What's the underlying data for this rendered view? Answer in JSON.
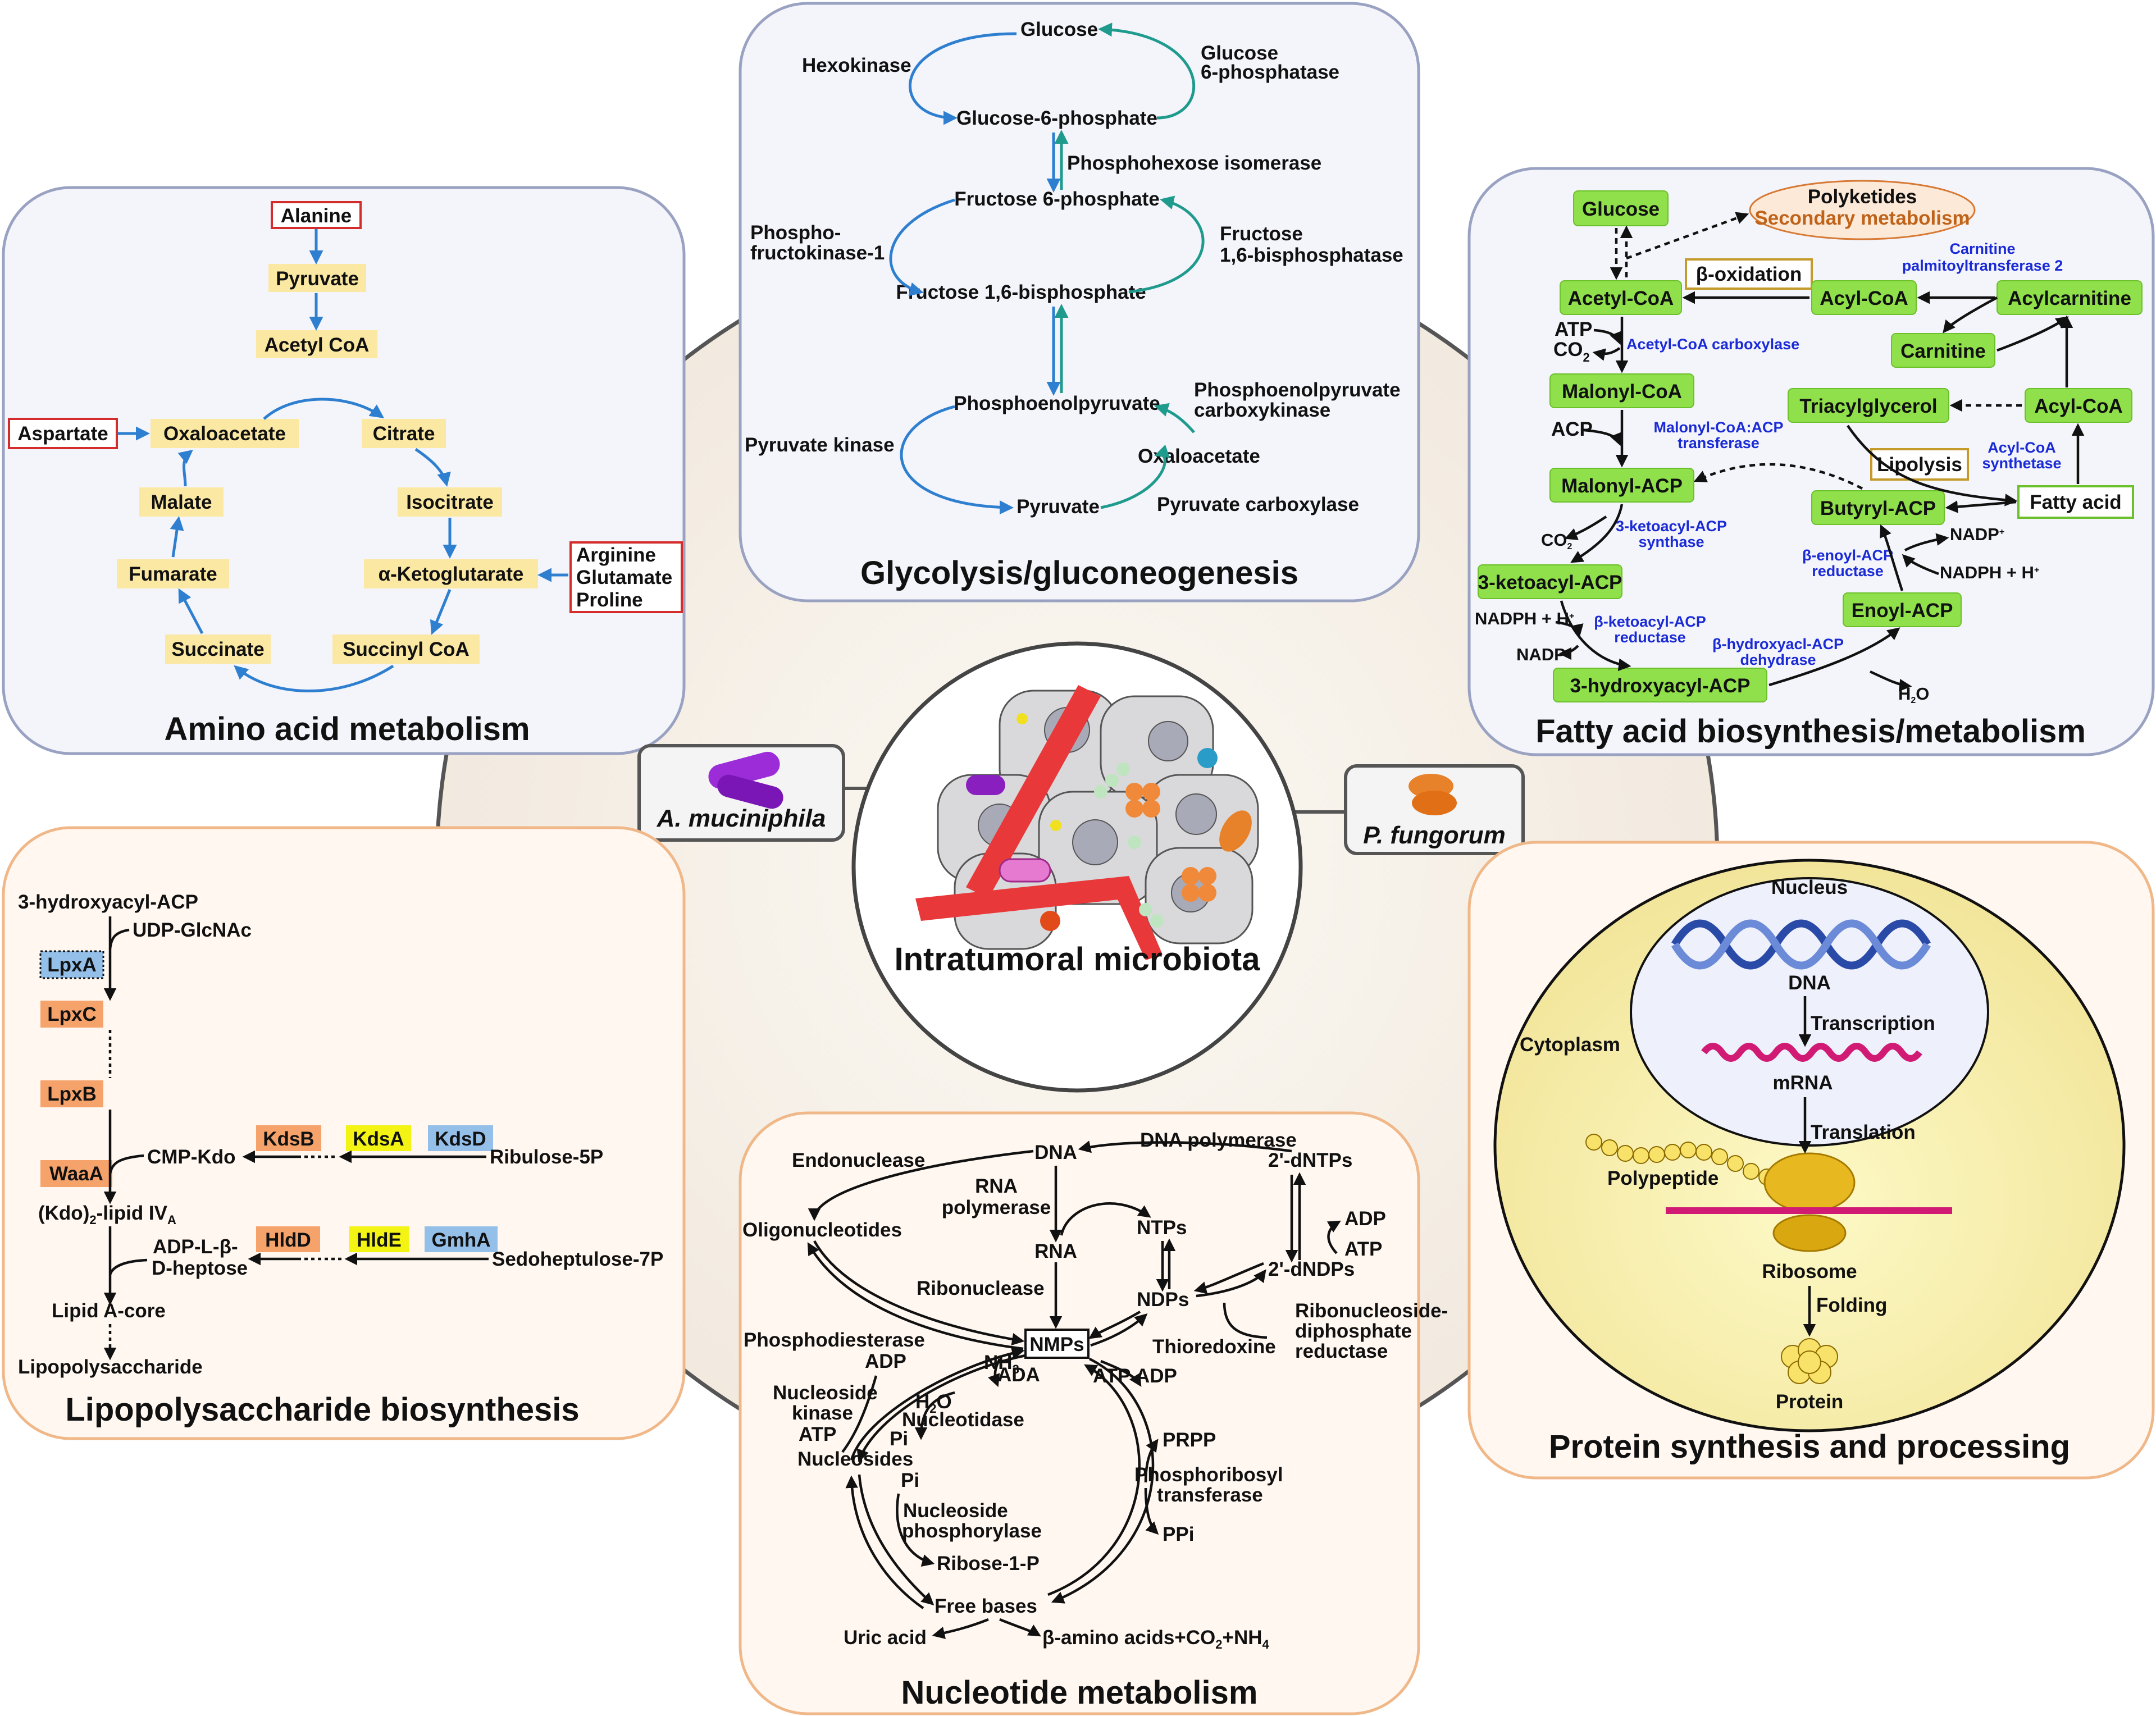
{
  "center": {
    "title": "Intratumoral microbiota",
    "left_microbe": "A. muciniphila",
    "right_microbe": "P. fungorum"
  },
  "glycolysis": {
    "title": "Glycolysis/gluconeogenesis",
    "glucose": "Glucose",
    "hexokinase": "Hexokinase",
    "g6pase_1": "Glucose",
    "g6pase_2": "6-phosphatase",
    "g6p": "Glucose-6-phosphate",
    "isomerase": "Phosphohexose isomerase",
    "f6p": "Fructose 6-phosphate",
    "pfk_1": "Phospho-",
    "pfk_2": "fructokinase-1",
    "fbpase_1": "Fructose",
    "fbpase_2": "1,6-bisphosphatase",
    "f16bp": "Fructose 1,6-bisphosphate",
    "pep": "Phosphoenolpyruvate",
    "pepck_1": "Phosphoenolpyruvate",
    "pepck_2": "carboxykinase",
    "pyruvate_kinase": "Pyruvate kinase",
    "oxaloacetate": "Oxaloacetate",
    "pyruvate": "Pyruvate",
    "pyruvate_carboxylase": "Pyruvate carboxylase"
  },
  "amino": {
    "title": "Amino acid metabolism",
    "alanine": "Alanine",
    "pyruvate": "Pyruvate",
    "acetyl_coa": "Acetyl CoA",
    "aspartate": "Aspartate",
    "oxaloacetate": "Oxaloacetate",
    "citrate": "Citrate",
    "malate": "Malate",
    "isocitrate": "Isocitrate",
    "fumarate": "Fumarate",
    "akg": "α-Ketoglutarate",
    "succinate": "Succinate",
    "succinyl_coa": "Succinyl CoA",
    "arginine": "Arginine",
    "glutamate": "Glutamate",
    "proline": "Proline"
  },
  "fatty": {
    "title": "Fatty acid biosynthesis/metabolism",
    "glucose": "Glucose",
    "polyketides": "Polyketides",
    "secondary": "Secondary metabolism",
    "beta_ox": "β-oxidation",
    "cpt_1": "Carnitine",
    "cpt_2": "palmitoyltransferase 2",
    "acetyl_coa": "Acetyl-CoA",
    "acyl_coa_top": "Acyl-CoA",
    "acylcarnitine": "Acylcarnitine",
    "atp": "ATP",
    "co2": "CO",
    "acc": "Acetyl-CoA carboxylase",
    "carnitine": "Carnitine",
    "malonyl_coa": "Malonyl-CoA",
    "triacylglycerol": "Triacylglycerol",
    "acyl_coa_right": "Acyl-CoA",
    "acp": "ACP",
    "mcat_1": "Malonyl-CoA:ACP",
    "mcat_2": "transferase",
    "lipolysis": "Lipolysis",
    "acs_1": "Acyl-CoA",
    "acs_2": "synthetase",
    "malonyl_acp": "Malonyl-ACP",
    "butyryl_acp": "Butyryl-ACP",
    "fatty_acid": "Fatty acid",
    "co2_small": "CO",
    "kas_1": "3-ketoacyl-ACP",
    "kas_2": "synthase",
    "nadp_top": "NADP",
    "ketoacyl_acp": "3-ketoacyl-ACP",
    "er_1": "β-enoyl-ACP",
    "er_2": "reductase",
    "nadph_right": "NADPH + H",
    "enoyl_acp": "Enoyl-ACP",
    "nadph_left": "NADPH + H",
    "kar_1": "β-ketoacyl-ACP",
    "kar_2": "reductase",
    "nadp_left": "NADP",
    "had_1": "β-hydroxyacl-ACP",
    "had_2": "dehydrase",
    "hydroxyacyl_acp": "3-hydroxyacyl-ACP",
    "h2o": "H"
  },
  "lps": {
    "title": "Lipopolysaccharide biosynthesis",
    "hydroxyacyl_acp": "3-hydroxyacyl-ACP",
    "udp_glcnac": "UDP-GlcNAc",
    "lpxa": "LpxA",
    "lpxc": "LpxC",
    "lpxb": "LpxB",
    "kdsb": "KdsB",
    "kdsa": "KdsA",
    "kdsd": "KdsD",
    "cmp_kdo": "CMP-Kdo",
    "ribulose": "Ribulose-5P",
    "waaa": "WaaA",
    "kdo_lipid": "(Kdo)",
    "lipid_suffix": "-lipid IV",
    "hldd": "HldD",
    "hlde": "HldE",
    "gmha": "GmhA",
    "adp_1": "ADP-L-β-",
    "adp_2": "D-heptose",
    "sedoheptulose": "Sedoheptulose-7P",
    "lipid_core": "Lipid A-core",
    "lps": "Lipopolysaccharide"
  },
  "nucleotide": {
    "title": "Nucleotide metabolism",
    "endonuclease": "Endonuclease",
    "dna": "DNA",
    "dna_polymerase": "DNA polymerase",
    "rna_pol_1": "RNA",
    "rna_pol_2": "polymerase",
    "oligonucleotides": "Oligonucleotides",
    "ntps": "NTPs",
    "dntps": "2'-dNTPs",
    "adp_a": "ADP",
    "rna": "RNA",
    "atp_a": "ATP",
    "dndps": "2'-dNDPs",
    "ribonuclease": "Ribonuclease",
    "ndps": "NDPs",
    "rnr_1": "Ribonucleoside-",
    "rnr_2": "diphosphate",
    "rnr_3": "reductase",
    "phosphodiesterase": "Phosphodiesterase",
    "nmps": "NMPs",
    "thioredoxine": "Thioredoxine",
    "adp_b": "ADP",
    "ada": "ADA",
    "nh3": "NH",
    "atp_b": "ATP",
    "adp_c": "ADP",
    "nk_1": "Nucleoside",
    "nk_2": "kinase",
    "h2o": "H",
    "o_suffix": "O",
    "nucleotidase": "Nucleotidase",
    "atp_c": "ATP",
    "pi_a": "Pi",
    "prpp": "PRPP",
    "nucleosides": "Nucleosides",
    "pi_b": "Pi",
    "prt_1": "Phosphoribosyl",
    "prt_2": "transferase",
    "np_1": "Nucleoside",
    "np_2": "phosphorylase",
    "ppi": "PPi",
    "ribose1p": "Ribose-1-P",
    "free_bases": "Free bases",
    "uric_acid": "Uric acid",
    "beta_amino": "β-amino acids+CO",
    "nh4_prefix": "+NH"
  },
  "protein": {
    "title": "Protein synthesis and processing",
    "nucleus": "Nucleus",
    "dna": "DNA",
    "transcription": "Transcription",
    "cytoplasm": "Cytoplasm",
    "mrna": "mRNA",
    "translation": "Translation",
    "polypeptide": "Polypeptide",
    "ribosome": "Ribosome",
    "folding": "Folding",
    "protein": "Protein"
  },
  "colors": {
    "panel_blue_border": "#9aa2c2",
    "panel_orange_border": "#f0b889",
    "yellow_box": "#fbe8a2",
    "green_box": "#8fe04a",
    "lpx_orange": "#f5a36b",
    "kds_yellow": "#f3f314",
    "kds_blue": "#94bfe9",
    "arrow_blue": "#2e7fd0",
    "arrow_teal": "#1f9b8e",
    "enzyme_blue": "#1a2bd6"
  }
}
